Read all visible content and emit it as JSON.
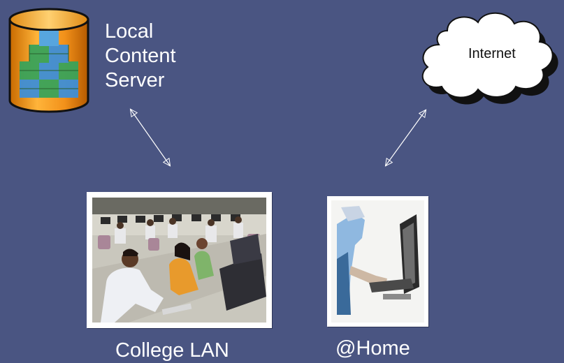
{
  "server": {
    "label_lines": [
      "Local",
      "Content",
      "Server"
    ],
    "icon": "database-cylinder-icon"
  },
  "cloud": {
    "label": "Internet",
    "icon": "cloud-icon"
  },
  "college": {
    "caption": "College LAN",
    "image": "computer-lab-photo"
  },
  "home": {
    "caption": "@Home",
    "image": "person-at-computer-photo"
  },
  "colors": {
    "background": "#4a5582",
    "text": "#ffffff",
    "cylinder_orange": "#f39a1a",
    "arrow": "#ffffff"
  }
}
